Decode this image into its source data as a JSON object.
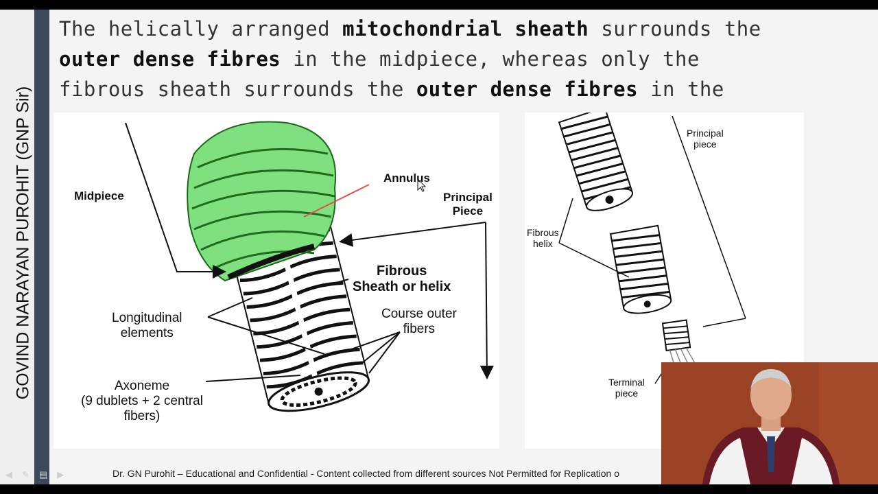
{
  "slide": {
    "vertical_name": "GOVIND NARAYAN PUROHIT (GNP Sir)",
    "headline": {
      "l1a": "The helically arranged ",
      "l1b": "mitochondrial sheath",
      "l1c": " surrounds the",
      "l2a": "outer dense fibres",
      "l2b": " in the midpiece, whereas only the",
      "l3a": "fibrous sheath surrounds the ",
      "l3b": "outer dense fibres",
      "l3c": " in the"
    },
    "left_diagram": {
      "midpiece": "Midpiece",
      "annulus": "Annulus",
      "principal_1": "Principal",
      "principal_2": "Piece",
      "fibrous_1": "Fibrous",
      "fibrous_2": "Sheath or helix",
      "longitudinal_1": "Longitudinal",
      "longitudinal_2": "elements",
      "course_1": "Course outer",
      "course_2": "fibers",
      "axoneme_1": "Axoneme",
      "axoneme_2": "(9 dublets + 2 central",
      "axoneme_3": "fibers)"
    },
    "right_diagram": {
      "principal_1": "Principal",
      "principal_2": "piece",
      "fibrous_1": "Fibrous",
      "fibrous_2": "helix",
      "terminal_1": "Terminal",
      "terminal_2": "piece"
    },
    "footer": "Dr. GN Purohit – Educational and Confidential - Content  collected from different sources Not Permitted for Replication o"
  },
  "icons": [
    "arrow-left-icon",
    "pen-icon",
    "slides-icon",
    "arrow-right-icon"
  ],
  "colors": {
    "mito_green": "#7ee07e",
    "dark_strip": "#3a4a5c",
    "annulus_line": "#e05050"
  }
}
